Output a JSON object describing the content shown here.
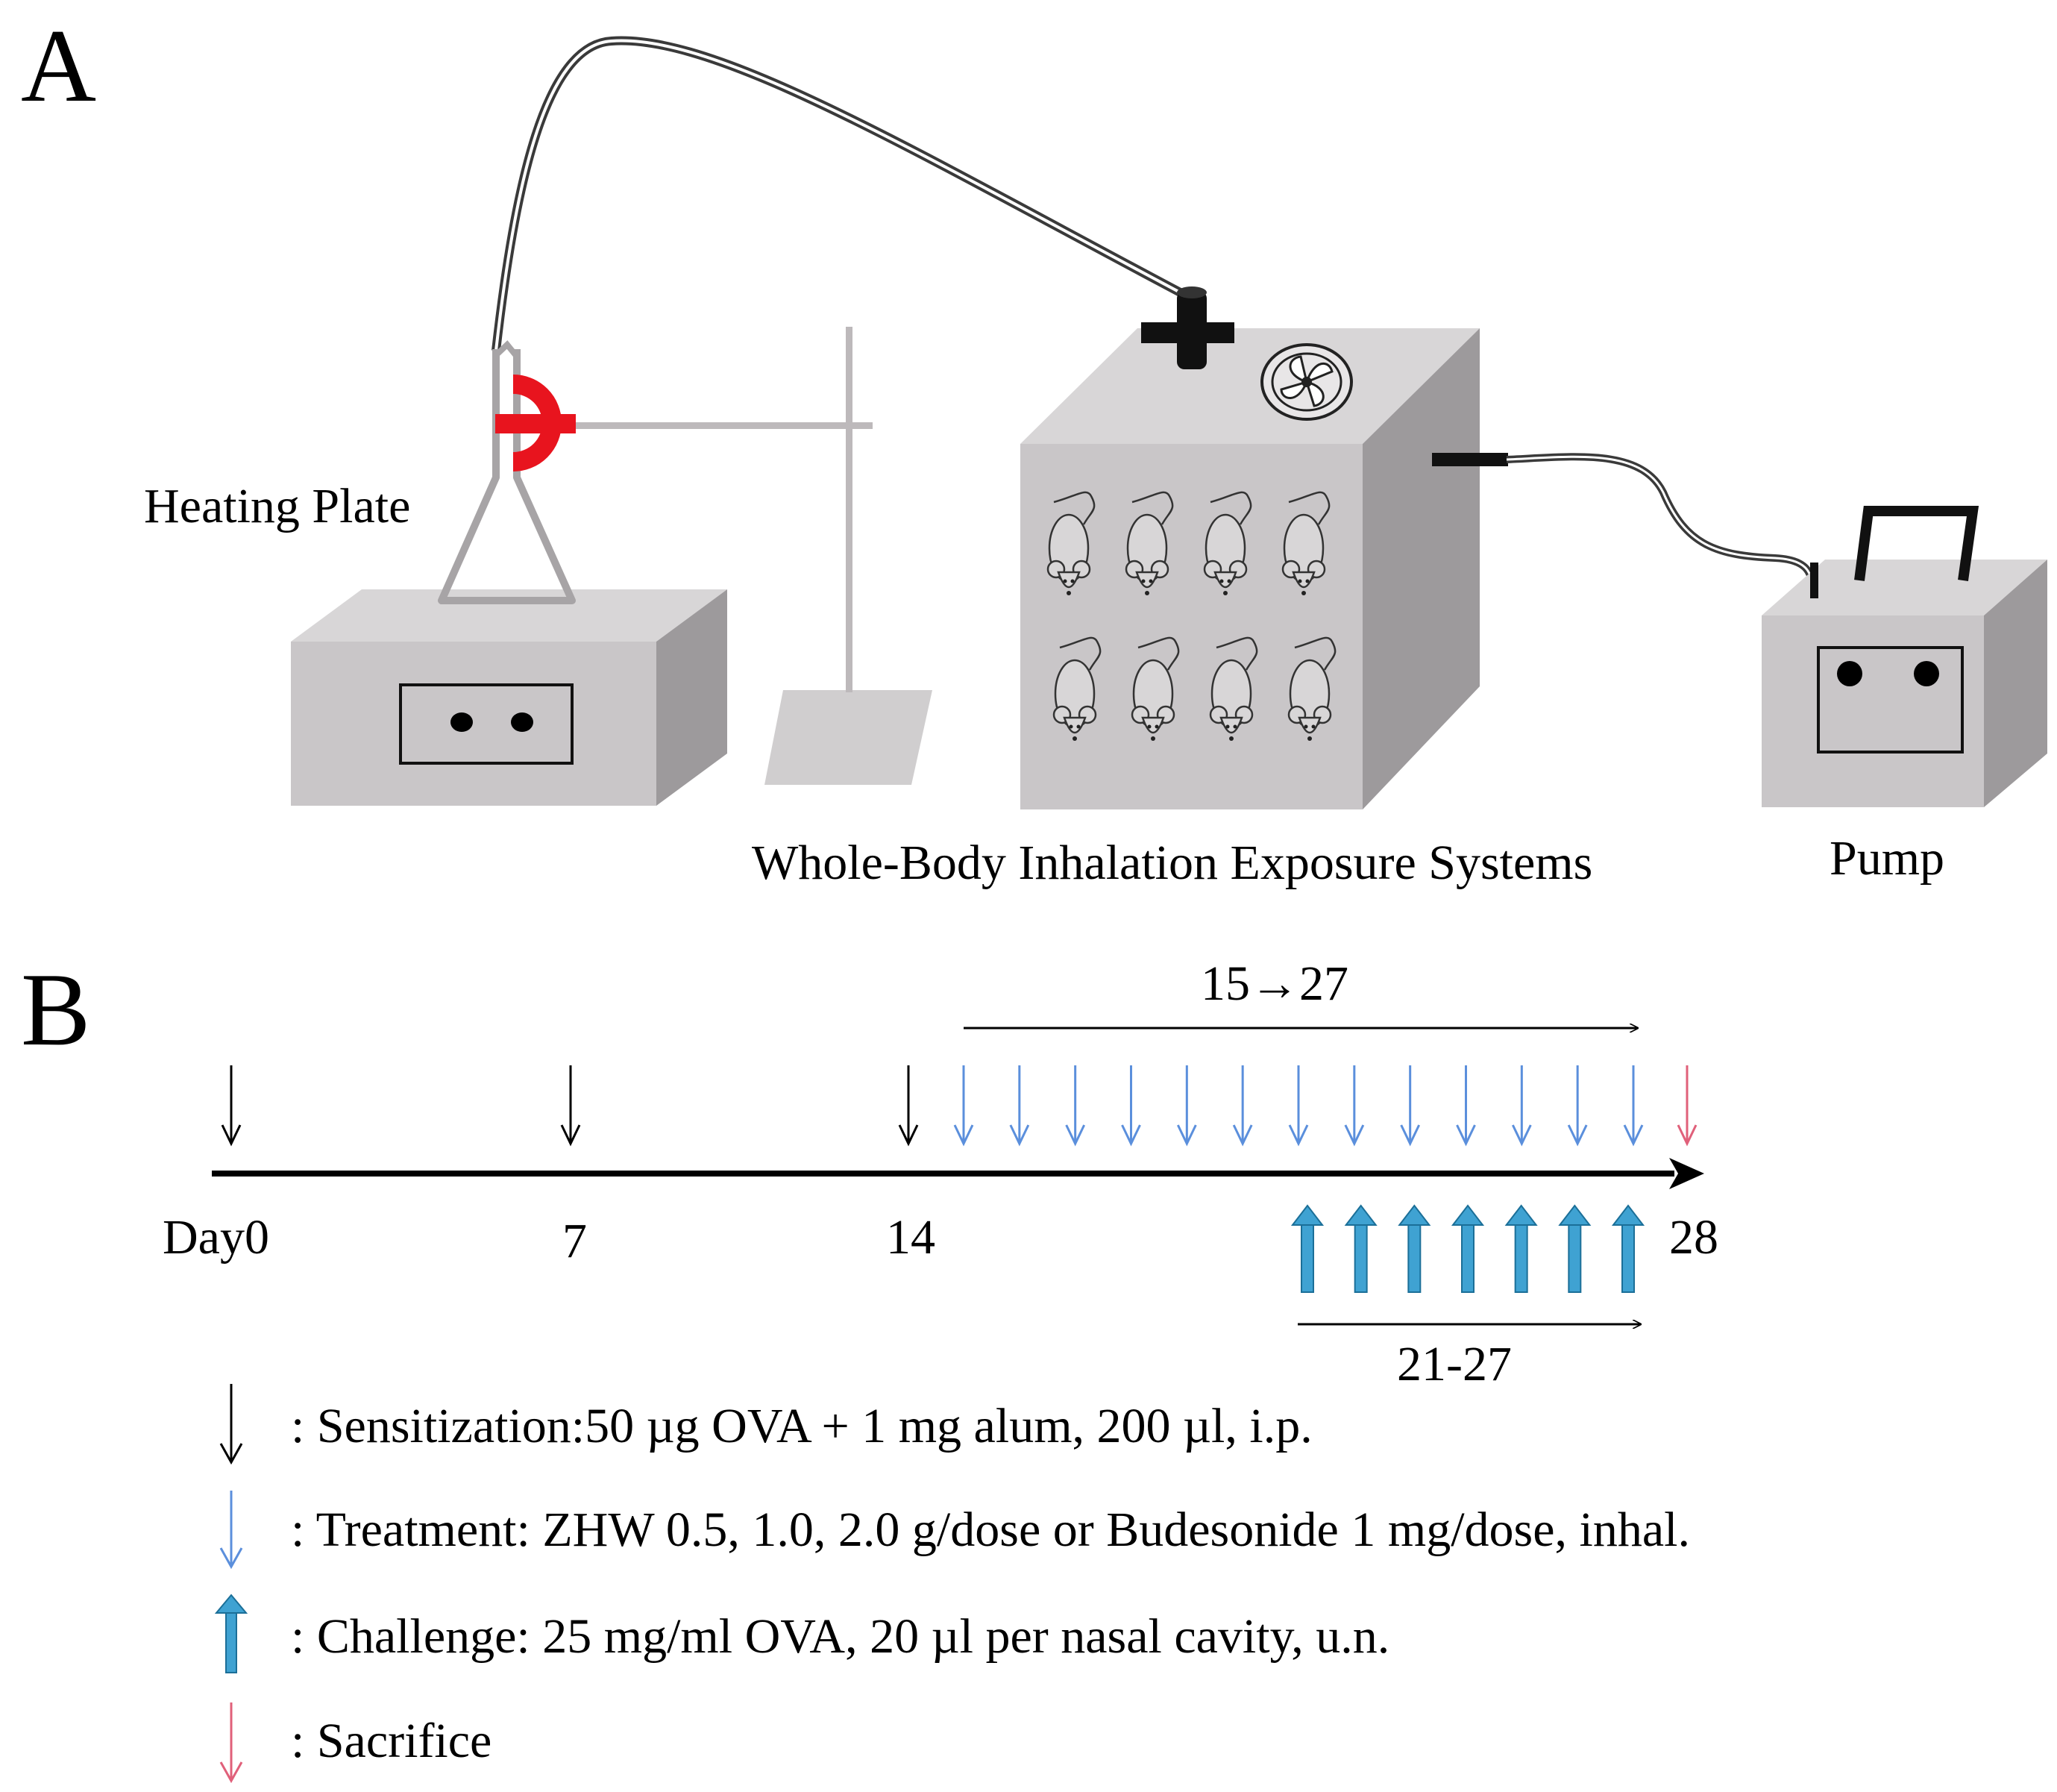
{
  "panel_a": {
    "letter": "A",
    "heating_plate_label": "Heating Plate",
    "chamber_label": "Whole-Body Inhalation Exposure Systems",
    "pump_label": "Pump",
    "mouse_count": 8
  },
  "panel_b": {
    "letter": "B",
    "timeline": {
      "day_labels": [
        "Day0",
        "7",
        "14",
        "28"
      ],
      "treatment_range_label": "15→27",
      "challenge_range_label": "21-27",
      "sensitization_days": [
        0,
        7,
        14
      ],
      "treatment_days": [
        15,
        16,
        17,
        18,
        19,
        20,
        21,
        22,
        23,
        24,
        25,
        26,
        27
      ],
      "challenge_days": [
        21,
        22,
        23,
        24,
        25,
        26,
        27
      ],
      "sacrifice_day": 28
    },
    "legend": [
      {
        "key": "sensitization",
        "text": ": Sensitization:50 µg OVA + 1 mg alum, 200 µl, i.p.",
        "color": "#000000"
      },
      {
        "key": "treatment",
        "text": ": Treatment: ZHW 0.5, 1.0, 2.0 g/dose or Budesonide 1 mg/dose, inhal.",
        "color": "#5b8fdc"
      },
      {
        "key": "challenge",
        "text": ": Challenge: 25 mg/ml OVA, 20 µl per nasal cavity, u.n.",
        "color": "#3fa2d2"
      },
      {
        "key": "sacrifice",
        "text": ": Sacrifice",
        "color": "#e0607a"
      }
    ]
  },
  "colors": {
    "device_front": "#c9c6c8",
    "device_side": "#9d9a9c",
    "device_top": "#d8d6d7",
    "clamp_red": "#e8141e",
    "stand_gray": "#bdb9bb"
  }
}
